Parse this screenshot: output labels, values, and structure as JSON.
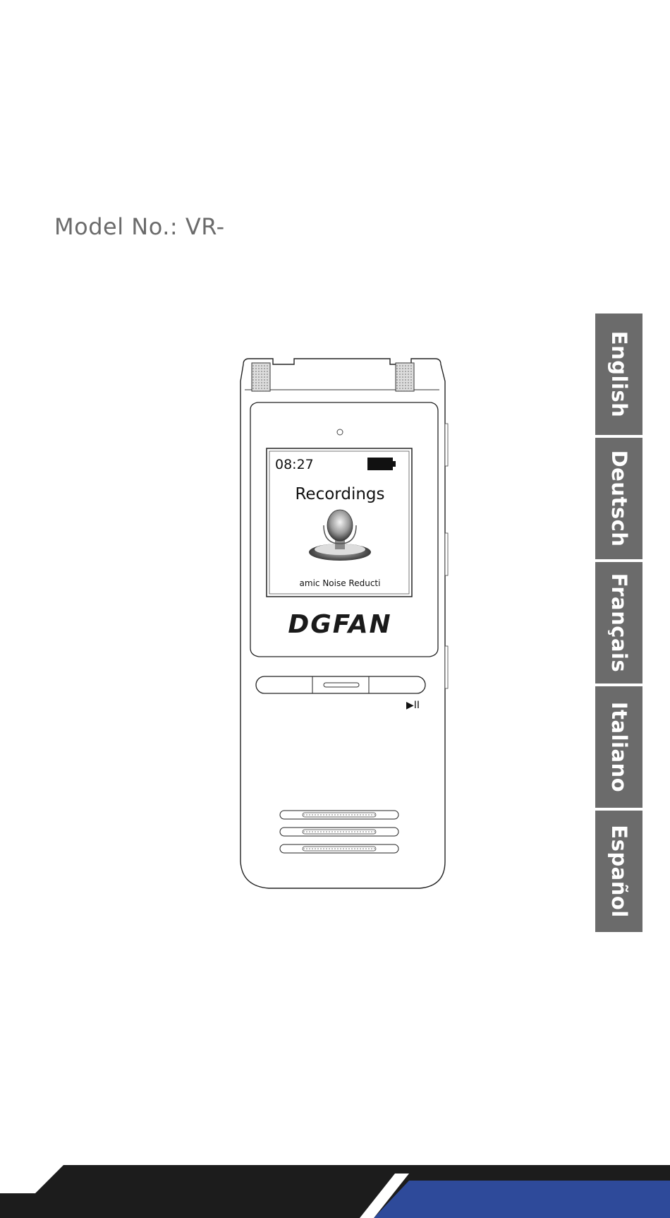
{
  "model_label": "Model No.: VR-",
  "device": {
    "time": "08:27",
    "screen_title": "Recordings",
    "screen_caption": "amic Noise Reducti",
    "brand": "DGFAN",
    "play_pause_symbol": "▶II"
  },
  "languages": [
    {
      "label": "English"
    },
    {
      "label": "Deutsch"
    },
    {
      "label": "Français"
    },
    {
      "label": "Italiano"
    },
    {
      "label": "Español"
    }
  ],
  "colors": {
    "tab_gray": "#6b6b6b",
    "footer_dark": "#1c1c1c",
    "footer_blue": "#2e4a9a"
  },
  "icons": [
    "battery-icon",
    "microphone-icon",
    "play-pause-icon"
  ]
}
